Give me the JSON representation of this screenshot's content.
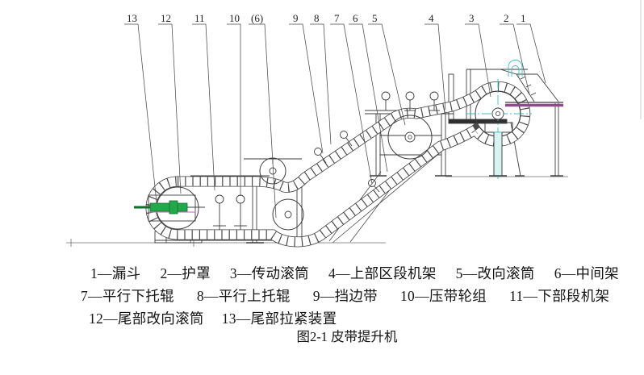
{
  "figure": {
    "caption": "图2-1 皮带提升机"
  },
  "callouts": [
    {
      "label": "13"
    },
    {
      "label": "12"
    },
    {
      "label": "11"
    },
    {
      "label": "10"
    },
    {
      "label": "(6)"
    },
    {
      "label": "9"
    },
    {
      "label": "8"
    },
    {
      "label": "7"
    },
    {
      "label": "6"
    },
    {
      "label": "5"
    },
    {
      "label": "4"
    },
    {
      "label": "3"
    },
    {
      "label": "2"
    },
    {
      "label": "1"
    }
  ],
  "legend": {
    "rows": [
      [
        "1—漏斗",
        "2—护罩",
        "3—传动滚筒",
        "4—上部区段机架",
        "5—改向滚筒",
        "6—中间架"
      ],
      [
        "7—平行下托辊",
        "8—平行上托辊",
        "9—挡边带",
        "10—压带轮组",
        "11—下部段机架"
      ],
      [
        "12—尾部改向滚筒",
        "13—尾部拉紧装置"
      ]
    ]
  },
  "colors": {
    "line": "#3d3d3d",
    "green": "#23a94c",
    "green_dark": "#0e6f2e",
    "teal": "#3fbdbd",
    "teal_fill": "#d9f2f2",
    "purple": "#8e4a8b",
    "magenta": "#cc85c4"
  }
}
